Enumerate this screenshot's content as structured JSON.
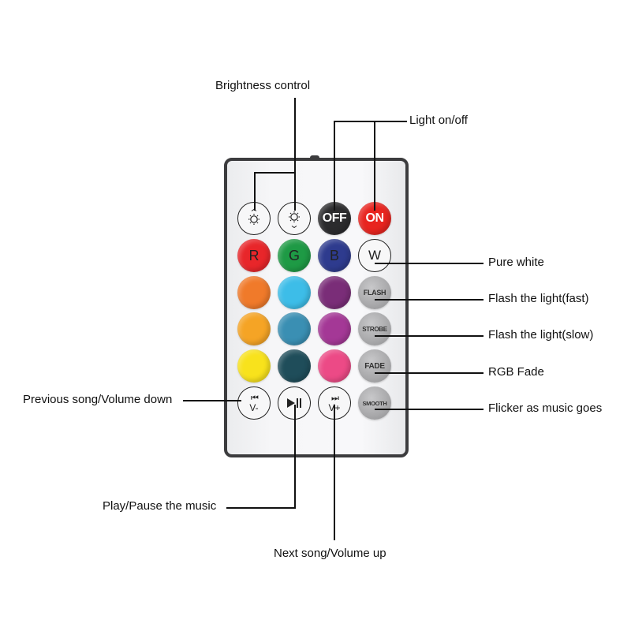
{
  "diagram": {
    "subject": "LED bulb remote control",
    "callouts": {
      "brightness": "Brightness control",
      "light_on_off": "Light on/off",
      "pure_white": "Pure white",
      "flash_fast": "Flash the light(fast)",
      "flash_slow": "Flash the light(slow)",
      "rgb_fade": "RGB Fade",
      "flicker_music": "Flicker as music goes",
      "prev_song": "Previous song/Volume down",
      "play_pause": "Play/Pause the music",
      "next_song": "Next song/Volume up"
    },
    "remote": {
      "buttons": [
        {
          "id": "brightness-up",
          "icon": "sun-icon",
          "label": ""
        },
        {
          "id": "brightness-down",
          "icon": "sun-icon",
          "label": ""
        },
        {
          "id": "off",
          "label": "OFF",
          "color": "#2b2b2d"
        },
        {
          "id": "on",
          "label": "ON",
          "color": "#e8241f"
        },
        {
          "id": "red",
          "label": "R",
          "color": "#e8262a"
        },
        {
          "id": "green",
          "label": "G",
          "color": "#1e9a45"
        },
        {
          "id": "blue",
          "label": "B",
          "color": "#2e3b8e"
        },
        {
          "id": "white",
          "label": "W",
          "color": "#f7f7f8"
        },
        {
          "id": "orange",
          "label": "",
          "color": "#f07a2a"
        },
        {
          "id": "light-blue",
          "label": "",
          "color": "#3dbde8"
        },
        {
          "id": "purple",
          "label": "",
          "color": "#7a2d78"
        },
        {
          "id": "flash",
          "label": "FLASH"
        },
        {
          "id": "amber",
          "label": "",
          "color": "#f5a425"
        },
        {
          "id": "teal",
          "label": "",
          "color": "#3a8fb3"
        },
        {
          "id": "magenta",
          "label": "",
          "color": "#a43896"
        },
        {
          "id": "strobe",
          "label": "STROBE"
        },
        {
          "id": "yellow",
          "label": "",
          "color": "#f8e21c"
        },
        {
          "id": "dark-teal",
          "label": "",
          "color": "#1f4d5a"
        },
        {
          "id": "pink",
          "label": "",
          "color": "#ec4a86"
        },
        {
          "id": "fade",
          "label": "FADE"
        },
        {
          "id": "prev",
          "symbol": "⏮",
          "label": "V-"
        },
        {
          "id": "play-pause",
          "symbol": "▶❙❙",
          "label": ""
        },
        {
          "id": "next",
          "symbol": "⏭",
          "label": "V+"
        },
        {
          "id": "smooth",
          "label": "SMOOTH"
        }
      ]
    }
  }
}
